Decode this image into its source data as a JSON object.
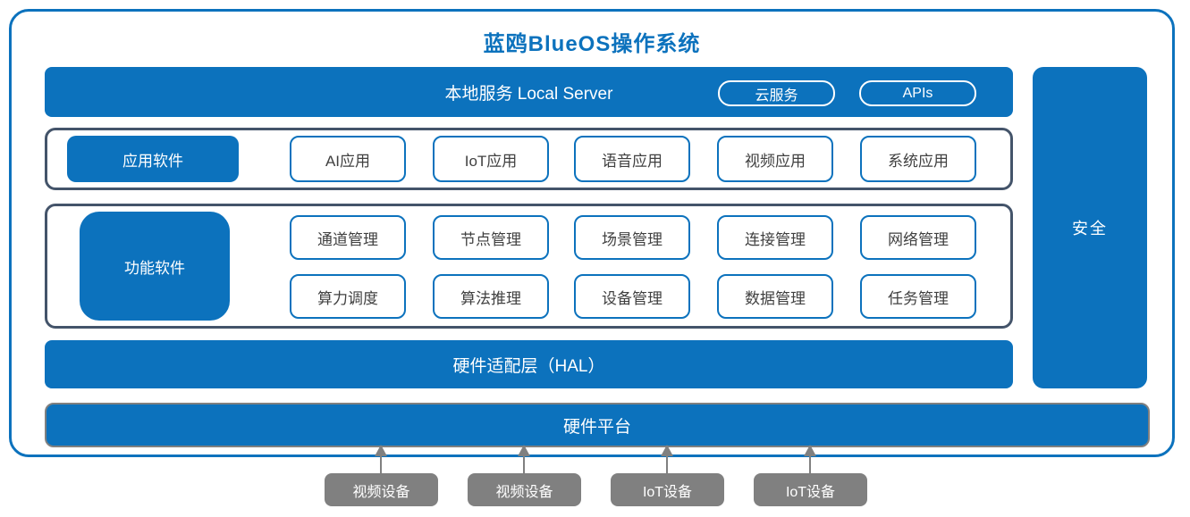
{
  "colors": {
    "primary_blue": "#0c72bd",
    "section_border_navy": "#44546a",
    "device_gray": "#808080",
    "outline_box_text": "#404040"
  },
  "title": "蓝鸥BlueOS操作系统",
  "local_server_bar": {
    "label": "本地服务 Local Server",
    "cloud_pill": "云服务",
    "apis_pill": "APIs"
  },
  "app_section": {
    "label": "应用软件",
    "items": [
      "AI应用",
      "IoT应用",
      "语音应用",
      "视频应用",
      "系统应用"
    ]
  },
  "func_section": {
    "label": "功能软件",
    "rows": [
      [
        "通道管理",
        "节点管理",
        "场景管理",
        "连接管理",
        "网络管理"
      ],
      [
        "算力调度",
        "算法推理",
        "设备管理",
        "数据管理",
        "任务管理"
      ]
    ]
  },
  "hal_bar": {
    "label": "硬件适配层（HAL）"
  },
  "security_column": {
    "label": "安全"
  },
  "hardware_platform_bar": {
    "label": "硬件平台"
  },
  "devices": [
    "视频设备",
    "视频设备",
    "IoT设备",
    "IoT设备"
  ]
}
